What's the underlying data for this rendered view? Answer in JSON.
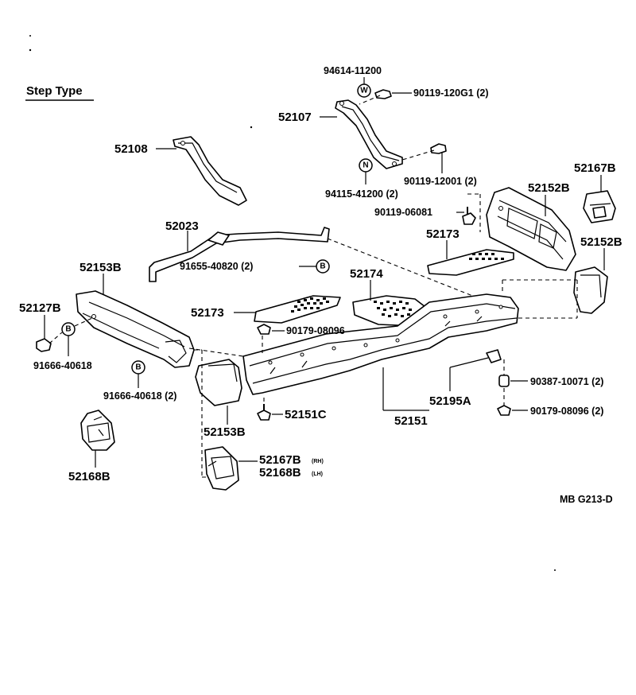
{
  "diagram": {
    "title": "Step Type",
    "figure_code": "MB G213-D"
  },
  "labels": {
    "p94614": "94614-11200",
    "p90119_120g1": "90119-120G1 (2)",
    "p52107": "52107",
    "p52108": "52108",
    "p90119_12001": "90119-12001 (2)",
    "p94115": "94115-41200 (2)",
    "p52167b_top": "52167B",
    "p52152b_a": "52152B",
    "p90119_06081": "90119-06081",
    "p52023": "52023",
    "p52173_a": "52173",
    "p52152b_b": "52152B",
    "p91655": "91655-40820 (2)",
    "p52153b_a": "52153B",
    "p52174": "52174",
    "p52127b": "52127B",
    "p52173_b": "52173",
    "p90179_a": "90179-08096",
    "p91666_a": "91666-40618",
    "p90387": "90387-10071 (2)",
    "p91666_b": "91666-40618 (2)",
    "p52195a": "52195A",
    "p90179_b": "90179-08096 (2)",
    "p52151c": "52151C",
    "p52153b_b": "52153B",
    "p52151": "52151",
    "p52168b_a": "52168B",
    "p52167b_rh": "52167B",
    "p52168b_lh": "52168B",
    "rh": "(RH)",
    "lh": "(LH)"
  },
  "badges": {
    "w": "W",
    "n": "N",
    "b": "B"
  }
}
